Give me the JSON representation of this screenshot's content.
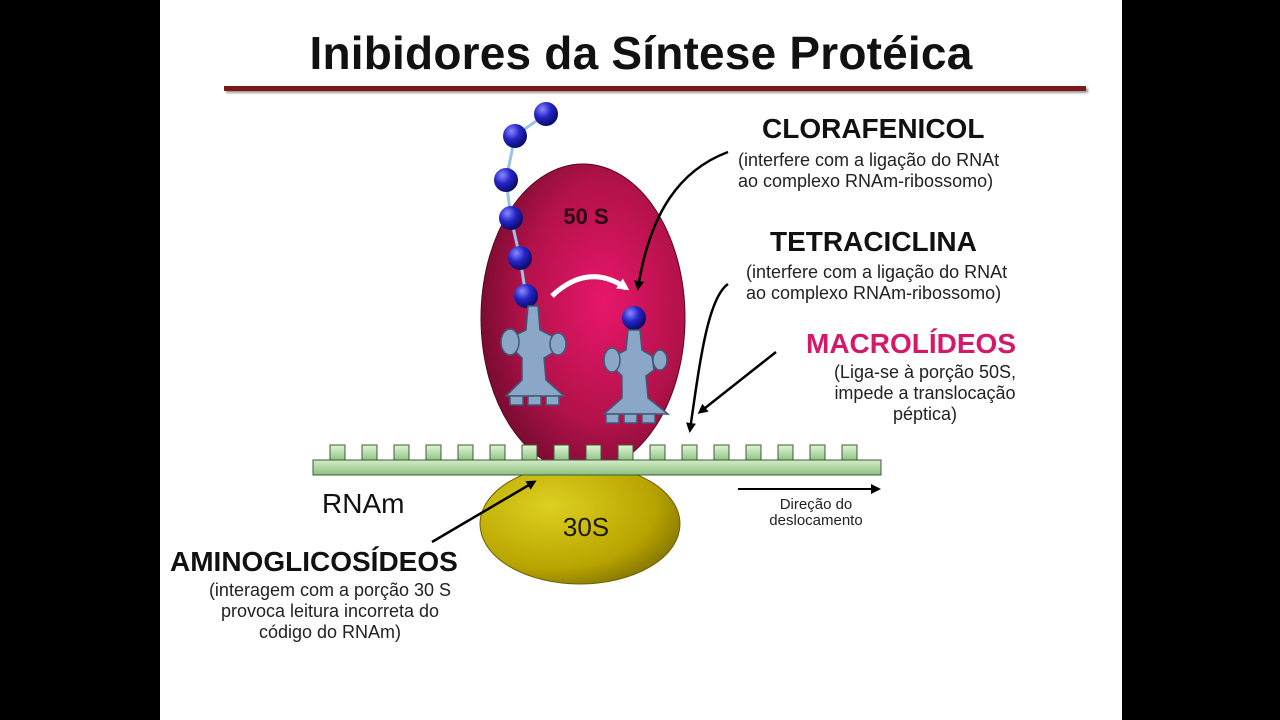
{
  "title": "Inibidores da Síntese Protéica",
  "ribosome": {
    "large_subunit": "50 S",
    "small_subunit": "30S"
  },
  "mrna_label": "RNAm",
  "direction_label": {
    "line1": "Direção do",
    "line2": "deslocamento"
  },
  "drugs": {
    "chloramphenicol": {
      "name": "CLORAFENICOL",
      "note_line1": "(interfere com a ligação do RNAt",
      "note_line2": "ao complexo RNAm-ribossomo)"
    },
    "tetracycline": {
      "name": "TETRACICLINA",
      "note_line1": "(interfere com a ligação do RNAt",
      "note_line2": "ao complexo RNAm-ribossomo)"
    },
    "macrolides": {
      "name": "MACROLÍDEOS",
      "note_line1": "(Liga-se à porção 50S,",
      "note_line2": "impede a translocação",
      "note_line3": "péptica)",
      "color": "#d6186a"
    },
    "aminoglycosides": {
      "name": "AMINOGLICOSÍDEOS",
      "note_line1": "(interagem com a porção 30 S",
      "note_line2": "provoca leitura incorreta do",
      "note_line3": "código do RNAm)"
    }
  },
  "colors": {
    "large_subunit": "#b3124a",
    "small_subunit": "#b8a400",
    "amino_acid": "#1a1ab8",
    "trna": "#8aa7c8",
    "mrna": "#a8d4a0",
    "title_rule": "#7a1a1a"
  }
}
